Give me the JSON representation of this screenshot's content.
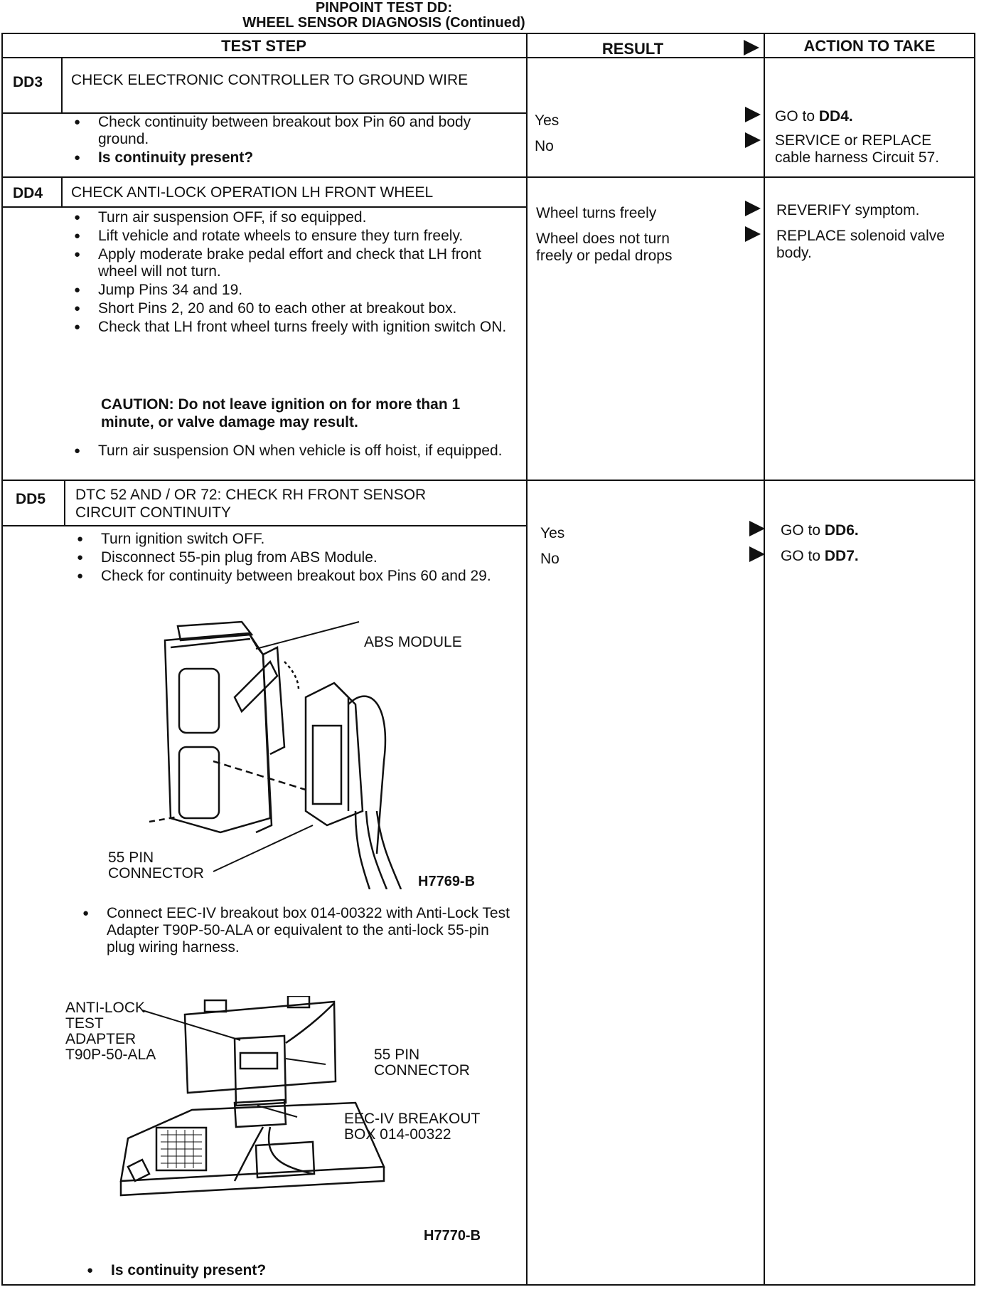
{
  "page": {
    "title_line1": "PINPOINT TEST DD:",
    "title_line2": "WHEEL SENSOR DIAGNOSIS (Continued)"
  },
  "headers": {
    "test_step": "TEST STEP",
    "result": "RESULT",
    "action": "ACTION TO TAKE"
  },
  "dd3": {
    "id": "DD3",
    "title": "CHECK ELECTRONIC CONTROLLER TO GROUND WIRE",
    "steps": [
      "Check continuity between breakout box Pin 60 and body ground.",
      "Is continuity present?"
    ],
    "results": [
      "Yes",
      "No"
    ],
    "actions": [
      {
        "prefix": "GO to ",
        "bold": "DD4."
      },
      {
        "prefix": "SERVICE or REPLACE cable harness Circuit 57.",
        "bold": ""
      }
    ]
  },
  "dd4": {
    "id": "DD4",
    "title": "CHECK ANTI-LOCK OPERATION LH FRONT WHEEL",
    "steps": [
      "Turn air suspension OFF, if so equipped.",
      "Lift vehicle and rotate wheels to ensure they turn freely.",
      "Apply moderate brake pedal effort and check that LH front wheel will not turn.",
      "Jump Pins 34 and 19.",
      "Short Pins 2, 20 and 60 to each other at breakout box.",
      "Check that LH front wheel turns freely with ignition switch ON."
    ],
    "caution": "CAUTION: Do not leave ignition on for more than 1 minute, or valve damage may result.",
    "final_step": "Turn air suspension ON when vehicle is off hoist, if equipped.",
    "results": [
      "Wheel turns freely",
      "Wheel does not turn freely or pedal drops"
    ],
    "actions": [
      "REVERIFY symptom.",
      "REPLACE solenoid valve body."
    ]
  },
  "dd5": {
    "id": "DD5",
    "title": "DTC 52 AND / OR 72: CHECK RH FRONT SENSOR CIRCUIT CONTINUITY",
    "steps": [
      "Turn ignition switch OFF.",
      "Disconnect 55-pin plug from ABS Module.",
      "Check for continuity between breakout box Pins 60 and 29."
    ],
    "figure1": {
      "label_module": "ABS MODULE",
      "label_connector": "55 PIN CONNECTOR",
      "code": "H7769-B"
    },
    "step_connect": "Connect EEC-IV breakout box 014-00322 with Anti-Lock Test Adapter T90P-50-ALA or equivalent to the anti-lock 55-pin plug wiring harness.",
    "figure2": {
      "label_adapter": "ANTI-LOCK TEST ADAPTER T90P-50-ALA",
      "label_connector": "55 PIN CONNECTOR",
      "label_breakout": "EEC-IV BREAKOUT BOX 014-00322",
      "code": "H7770-B"
    },
    "final_step": "Is continuity present?",
    "results": [
      "Yes",
      "No"
    ],
    "actions": [
      {
        "prefix": "GO to ",
        "bold": "DD6."
      },
      {
        "prefix": "GO to ",
        "bold": "DD7."
      }
    ]
  }
}
